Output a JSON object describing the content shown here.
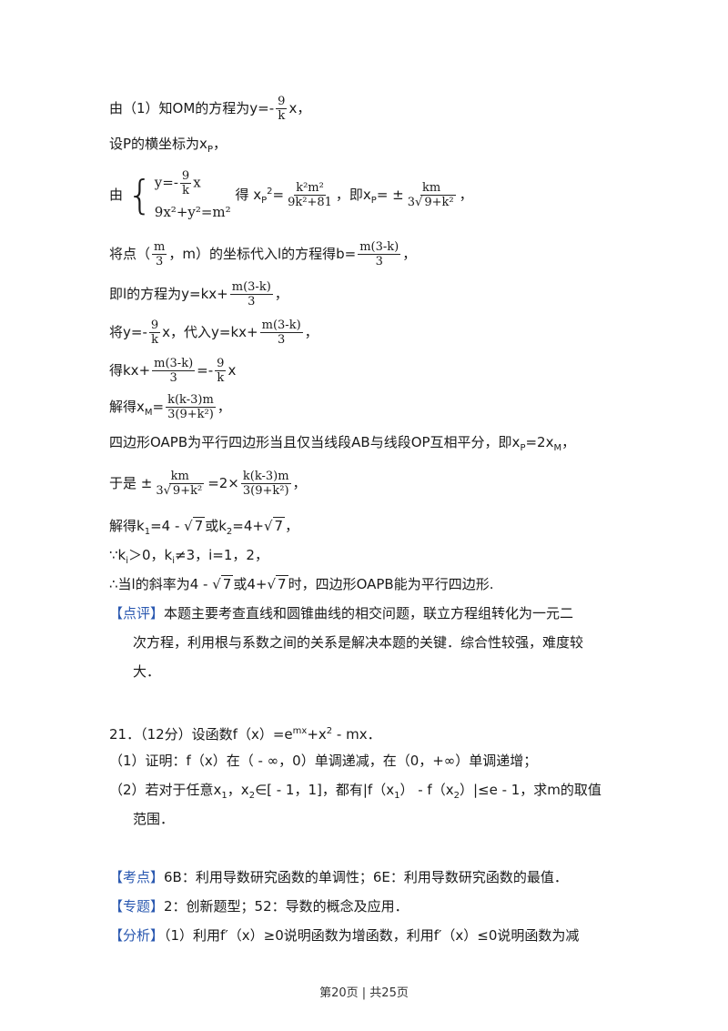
{
  "lines": {
    "l1_pre": "由（1）知OM的方程为y=",
    "l1_frac_n": "9",
    "l1_frac_d": "k",
    "l1_sign": "-",
    "l1_post": "x，",
    "l2": "设P的横坐标为x",
    "l2_sub": "P",
    "l2_end": "，",
    "l3_pre": "由",
    "l3_sys1": "y=-",
    "l3_sys1_n": "9",
    "l3_sys1_d": "k",
    "l3_sys1_x": "x",
    "l3_sys2": "9x²+y²=m²",
    "l3_de": "得 x",
    "l3_de_sub": "P",
    "l3_de_sup": "2",
    "l3_eq": "=",
    "l3_f1_n": "k²m²",
    "l3_f1_d": "9k²+81",
    "l3_mid": "，即x",
    "l3_mid_sub": "P",
    "l3_mid2": "= ±",
    "l3_f2_n": "km",
    "l3_f2_d_pre": "3",
    "l3_f2_d_rad": "9+k²",
    "l3_end": "，",
    "l4_pre": "将点（",
    "l4_f_n": "m",
    "l4_f_d": "3",
    "l4_mid": "，m）的坐标代入l的方程得b=",
    "l4_f2_n": "m(3-k)",
    "l4_f2_d": "3",
    "l4_end": "，",
    "l5_pre": "即l的方程为y=kx+",
    "l5_f_n": "m(3-k)",
    "l5_f_d": "3",
    "l5_end": "，",
    "l6_pre": "将y=",
    "l6_sign": "-",
    "l6_f_n": "9",
    "l6_f_d": "k",
    "l6_mid": "x，代入y=kx+",
    "l6_f2_n": "m(3-k)",
    "l6_f2_d": "3",
    "l6_end": "，",
    "l7_pre": "得kx+",
    "l7_f_n": "m(3-k)",
    "l7_f_d": "3",
    "l7_mid": "=",
    "l7_sign": "-",
    "l7_f2_n": "9",
    "l7_f2_d": "k",
    "l7_end": "x",
    "l8_pre": "解得x",
    "l8_sub": "M",
    "l8_eq": "=",
    "l8_f_n": "k(k-3)m",
    "l8_f_d": "3(9+k²)",
    "l8_end": "，",
    "l9": "四边形OAPB为平行四边形当且仅当线段AB与线段OP互相平分，即x",
    "l9_sub1": "P",
    "l9_mid": "=2x",
    "l9_sub2": "M",
    "l9_end": "，",
    "l10_pre": "于是 ±",
    "l10_f_n": "km",
    "l10_f_d_pre": "3",
    "l10_f_d_rad": "9+k²",
    "l10_mid": "=2×",
    "l10_f2_n": "k(k-3)m",
    "l10_f2_d": "3(9+k²)",
    "l10_end": "，",
    "l11_a": "解得k",
    "l11_sub1": "1",
    "l11_b": "=4 - ",
    "l11_rad1": "7",
    "l11_c": "或k",
    "l11_sub2": "2",
    "l11_d": "=4+",
    "l11_rad2": "7",
    "l11_end": "，",
    "l12_a": "∵k",
    "l12_sub1": "i",
    "l12_b": "＞0，k",
    "l12_sub2": "i",
    "l12_c": "≠3，i=1，2，",
    "l13_a": "∴当l的斜率为4 - ",
    "l13_rad1": "7",
    "l13_b": "或4+",
    "l13_rad2": "7",
    "l13_c": "时，四边形OAPB能为平行四边形.",
    "dianping_tag": "【点评】",
    "dianping_1": "本题主要考查直线和圆锥曲线的相交问题，联立方程组转化为一元二",
    "dianping_2": "次方程，利用根与系数之间的关系是解决本题的关键．综合性较强，难度较",
    "dianping_3": "大．",
    "q21_a": "21．（12分）设函数f（x）=e",
    "q21_sup": "mx",
    "q21_b": "+x",
    "q21_sup2": "2",
    "q21_c": " - mx．",
    "q21_1": "（1）证明：f（x）在（ - ∞，0）单调递减，在（0，+∞）单调递增；",
    "q21_2_a": "（2）若对于任意x",
    "q21_2_s1": "1",
    "q21_2_b": "，x",
    "q21_2_s2": "2",
    "q21_2_c": "∈[ - 1，1]，都有|f（x",
    "q21_2_s3": "1",
    "q21_2_d": "） - f（x",
    "q21_2_s4": "2",
    "q21_2_e": "）|≤e - 1，求m的取值",
    "q21_2_f": "范围．",
    "kaodian_tag": "【考点】",
    "kaodian": "6B：利用导数研究函数的单调性；6E：利用导数研究函数的最值．",
    "zhuanti_tag": "【专题】",
    "zhuanti": "2：创新题型；52：导数的概念及应用．",
    "fenxi_tag": "【分析】",
    "fenxi": "（1）利用f′（x）≥0说明函数为增函数，利用f′（x）≤0说明函数为减"
  },
  "footer": "第20页 | 共25页",
  "colors": {
    "tag": "#2a58b0",
    "text": "#1a1a1a"
  }
}
